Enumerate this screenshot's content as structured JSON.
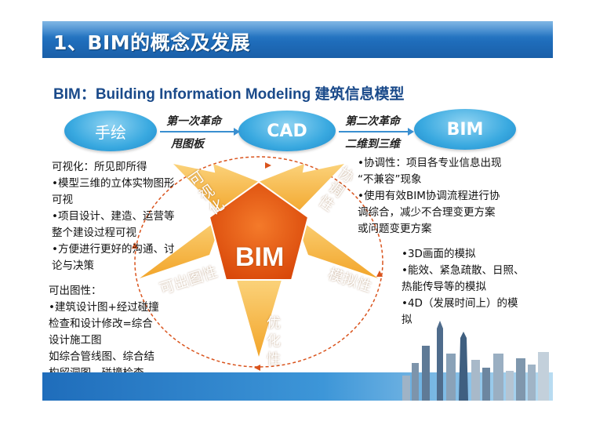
{
  "slide": {
    "title": "1、BIM的概念及发展",
    "subtitle": "BIM：Building Information Modeling 建筑信息模型"
  },
  "flow": {
    "stage1": "手绘",
    "stage2": "CAD",
    "stage3": "BIM",
    "arrow1_top": "第一次革命",
    "arrow1_bottom": "甩图板",
    "arrow2_top": "第二次革命",
    "arrow2_bottom": "二维到三维"
  },
  "star": {
    "center": "BIM",
    "points": [
      "可视化",
      "协调性",
      "模拟性",
      "优化性",
      "可出图性"
    ]
  },
  "blocks": {
    "visual": [
      "可视化：所见即所得",
      "•模型三维的立体实物图形",
      "可视",
      "•项目设计、建造、运营等",
      "整个建设过程可视",
      "•方便进行更好的沟通、讨",
      "论与决策"
    ],
    "coordination": [
      "•协调性：项目各专业信息出现",
      "“不兼容”现象",
      "•使用有效BIM协调流程进行协",
      "调综合，减少不合理变更方案",
      "或问题变更方案"
    ],
    "simulation": [
      "•3D画面的模拟",
      "•能效、紧急疏散、日照、",
      "热能传导等的模拟",
      "•4D（发展时间上）的模",
      "拟"
    ],
    "drawing": [
      "可出图性：",
      "•建筑设计图+经过碰撞",
      "检查和设计修改=综合",
      "设计施工图",
      "如综合管线图、综合结",
      "构留洞图、碰撞检查"
    ]
  },
  "colors": {
    "title_bar": "#1f6dbb",
    "oval": "#39a9e0",
    "star_outer": "#f6b73c",
    "star_center": "#e8560c"
  }
}
